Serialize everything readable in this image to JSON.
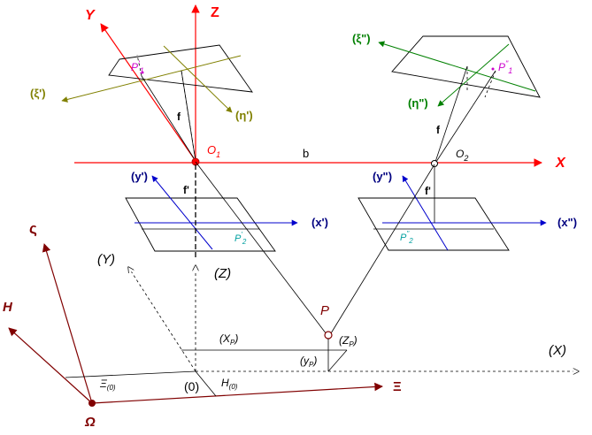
{
  "labels": {
    "axis_Z": "Z",
    "axis_Y": "Y",
    "axis_X": "X",
    "baseline_b": "b",
    "center_O1": "O",
    "center_O1_sub": "1",
    "center_O2": "O",
    "center_O2_sub": "2",
    "focal_f_left_top": "f",
    "focal_f_right_top": "f",
    "focal_f_left_bottom": "f'",
    "focal_f_right_bottom": "f'",
    "xi_prime": "(ξ')",
    "eta_prime": "(η')",
    "xi_dprime": "(ξ\")",
    "eta_dprime": "(η\")",
    "P1_prime": "P",
    "P1_prime_sup": "'",
    "P1_prime_sub": "1",
    "P1_dprime": "P",
    "P1_dprime_sup": "\"",
    "P1_dprime_sub": "1",
    "x_prime": "(x')",
    "y_prime": "(y')",
    "x_dprime": "(x\")",
    "y_dprime": "(y\")",
    "P2_prime": "P",
    "P2_prime_sup": "'",
    "P2_prime_sub": "2",
    "P2_dprime": "P",
    "P2_dprime_sup": "\"",
    "P2_dprime_sub": "2",
    "point_P": "P",
    "paren_Y": "(Y)",
    "paren_Z": "(Z)",
    "paren_X": "(X)",
    "XP": "(X",
    "XP_sub": "P",
    "XP_close": ")",
    "YP": "(y",
    "YP_sub": "P",
    "YP_close": ")",
    "ZP": "(Z",
    "ZP_sub": "P",
    "ZP_close": ")",
    "origin0": "(0)",
    "Xi0": "Ξ",
    "Xi0_sub": "(0)",
    "H0": "H",
    "H0_sub": "(0)",
    "Xi_axis": "Ξ",
    "H_axis": "H",
    "varsigma_axis": "ς",
    "Omega": "Ω"
  },
  "colors": {
    "red": "#ff0000",
    "olive": "#808000",
    "green": "#008000",
    "magenta": "#cc00cc",
    "blue": "#0000cc",
    "cyan": "#00a0a0",
    "darkred": "#800000",
    "black": "#000000",
    "navy": "#000080"
  }
}
